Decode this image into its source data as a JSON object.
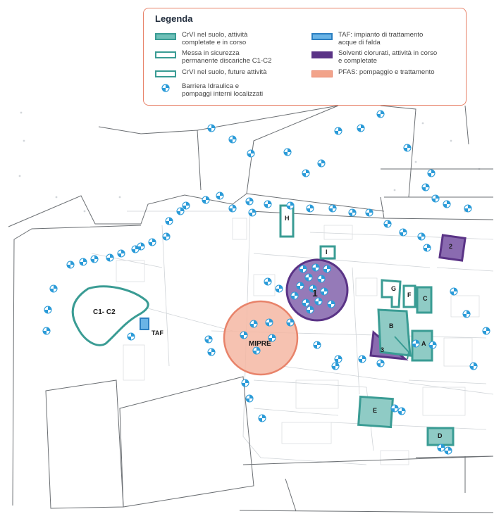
{
  "legend": {
    "title": "Legenda",
    "items": [
      {
        "text": "CrVI nel suolo, attività\ncompletate e in corso",
        "fill": "#6fc0b8",
        "stroke": "#3a9c94"
      },
      {
        "text": "Messa in sicurezza\npermanente discariche C1-C2",
        "fill": "#ffffff",
        "stroke": "#3a9c94"
      },
      {
        "text": "CrVI nel suolo, future attività",
        "fill": "#ffffff",
        "stroke": "#3a9c94"
      },
      {
        "text": "Barriera Idraulica e\npompaggi interni localizzati",
        "fill": "#2b9bd8",
        "stroke": "#2b9bd8"
      },
      {
        "text": "TAF: impianto di trattamento\nacque di falda",
        "fill": "#6ab4e6",
        "stroke": "#2b7fc1"
      },
      {
        "text": "Solventi clorurati, attività in corso\ne completate",
        "fill": "#5a3386",
        "stroke": "#5a3386"
      },
      {
        "text": "PFAS: pompaggio e trattamento",
        "fill": "#f2a38a",
        "stroke": "#e8836a"
      }
    ]
  },
  "labels": {
    "c1c2": "C1- C2",
    "taf": "TAF",
    "mipre": "MIPRE",
    "one": "1",
    "two": "2",
    "three": "3",
    "A": "A",
    "B": "B",
    "C": "C",
    "D": "D",
    "E": "E",
    "F": "F",
    "G": "G",
    "H": "H",
    "I": "I"
  },
  "colors": {
    "teal": "#3a9c94",
    "teal_fill": "#8fcbc5",
    "purple": "#5a3386",
    "purple_fill": "#8a6bb0",
    "salmon": "#e8836a",
    "salmon_fill": "#f4b7a3",
    "blue": "#2b9bd8",
    "outline": "#6b6f73",
    "bg_lines": "#c9cdd1"
  }
}
